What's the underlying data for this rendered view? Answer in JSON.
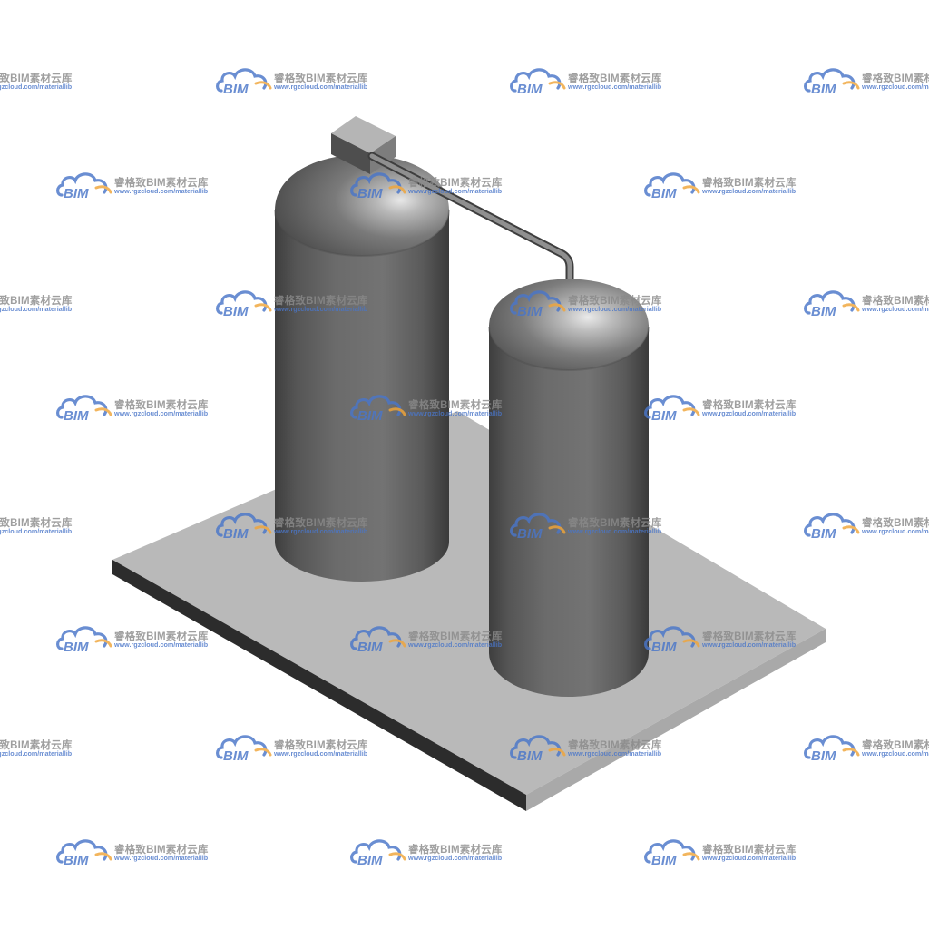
{
  "watermark": {
    "logo_text": "BIM",
    "title": "睿格致BIM素材云库",
    "url": "www.rgzcloud.com/materiallib",
    "logo_blue": "#4a76c9",
    "logo_orange": "#f0a53a",
    "text_gray": "#8a8a8a"
  },
  "scene": {
    "objects": [
      "base-plate",
      "tall-tank",
      "short-tank",
      "connecting-pipe",
      "valve-box"
    ],
    "plate_top_color": "#b9b9b9",
    "plate_edge_color": "#2a2a2a",
    "tank_color": "#5f5f5f"
  }
}
